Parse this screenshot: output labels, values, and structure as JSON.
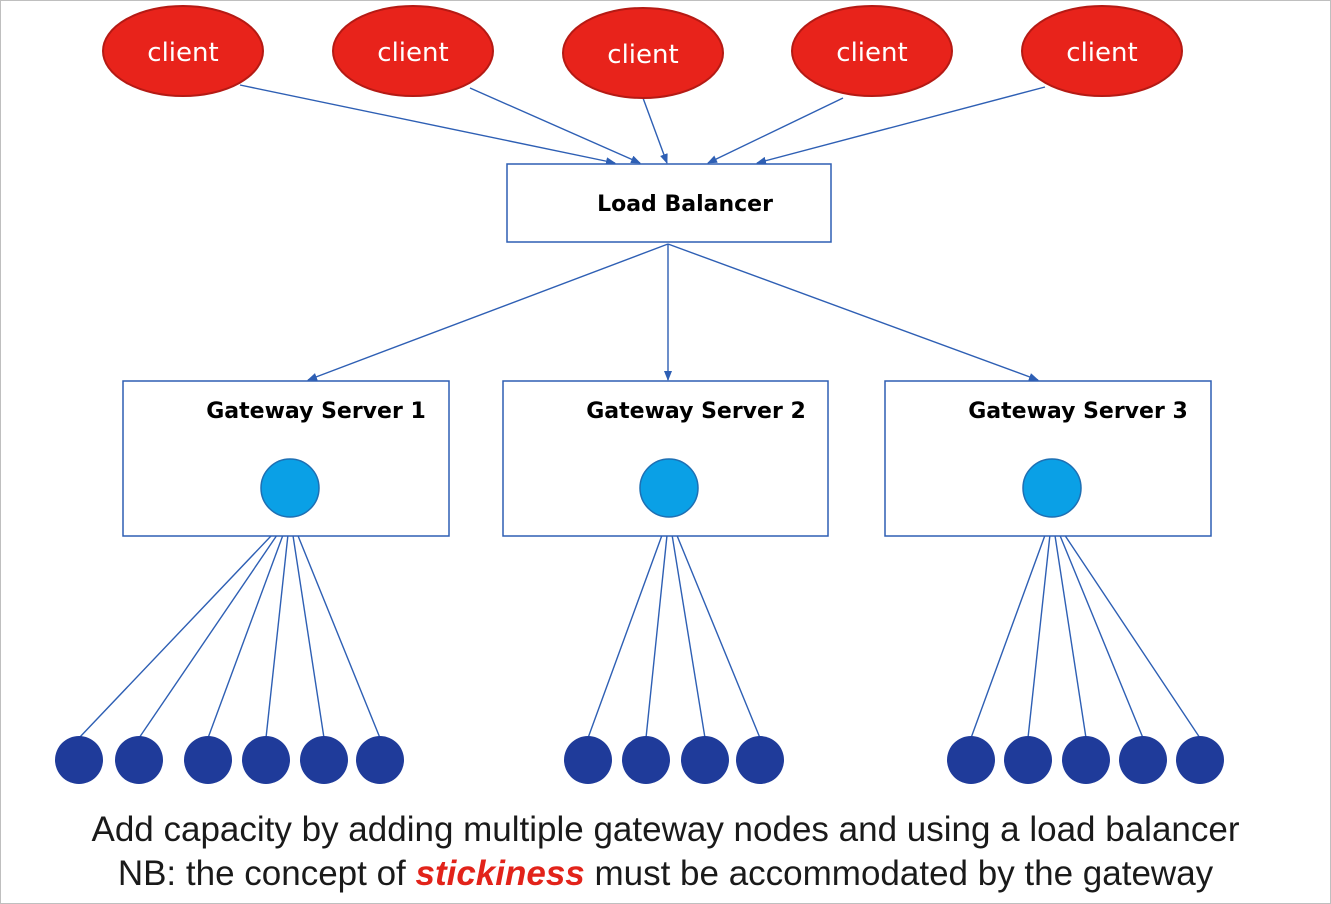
{
  "clients": [
    {
      "label": "client"
    },
    {
      "label": "client"
    },
    {
      "label": "client"
    },
    {
      "label": "client"
    },
    {
      "label": "client"
    }
  ],
  "load_balancer": {
    "label": "Load Balancer"
  },
  "gateways": [
    {
      "label": "Gateway Server 1",
      "node_count": 6
    },
    {
      "label": "Gateway Server 2",
      "node_count": 4
    },
    {
      "label": "Gateway Server 3",
      "node_count": 5
    }
  ],
  "caption": {
    "line1": "Add capacity by adding multiple gateway nodes and using a load balancer",
    "line2_before": "NB: the concept of ",
    "line2_emphasis": "stickiness",
    "line2_after": " must be accommodated by the gateway"
  },
  "colors": {
    "client_fill": "#e8231b",
    "client_stroke": "#b51a14",
    "arrow": "#2e5fb4",
    "box_stroke": "#2e5fb4",
    "gateway_circle": "#0aa0e6",
    "node_fill": "#1f3b9a",
    "emphasis": "#e2231a"
  }
}
